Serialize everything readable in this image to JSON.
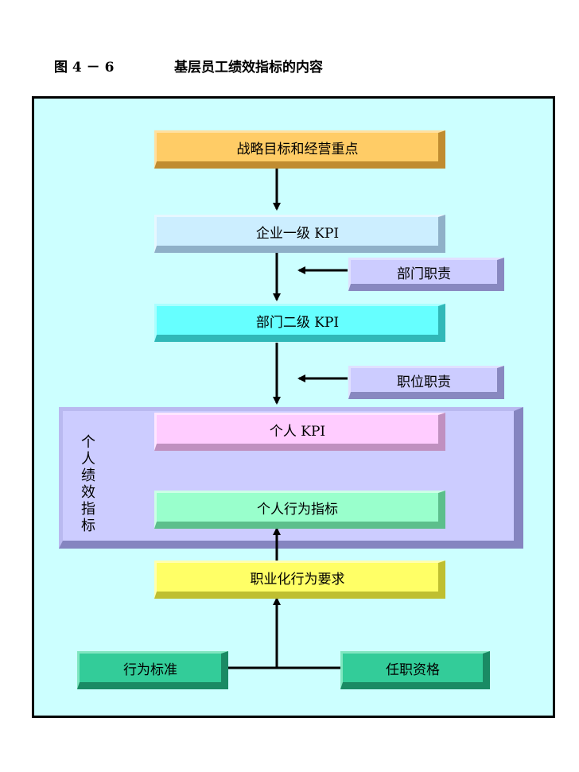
{
  "caption": {
    "figure_no": "图 4 － 6",
    "title": "基层员工绩效指标的内容"
  },
  "diagram": {
    "strategic_goals": "战略目标和经营重点",
    "enterprise_kpi": "企业一级 KPI",
    "dept_duties": "部门职责",
    "dept_kpi": "部门二级 KPI",
    "position_duties": "职位职责",
    "personal_kpi": "个人 KPI",
    "personal_behavior": "个人行为指标",
    "professional_req": "职业化行为要求",
    "behavior_standard": "行为标准",
    "job_qualification": "任职资格",
    "group_label_chars": [
      "个",
      "人",
      "绩",
      "效",
      "指",
      "标"
    ]
  },
  "colors": {
    "frame_bg": "#ccffff",
    "strategic": "#ffcc66",
    "enterprise": "#cceeff",
    "department": "#66ffff",
    "duties": "#ccccff",
    "group_panel": "#ccccff",
    "personal_kpi": "#ffccff",
    "personal_behavior": "#99ffcc",
    "professional": "#ffff66",
    "base": "#33cc99"
  }
}
